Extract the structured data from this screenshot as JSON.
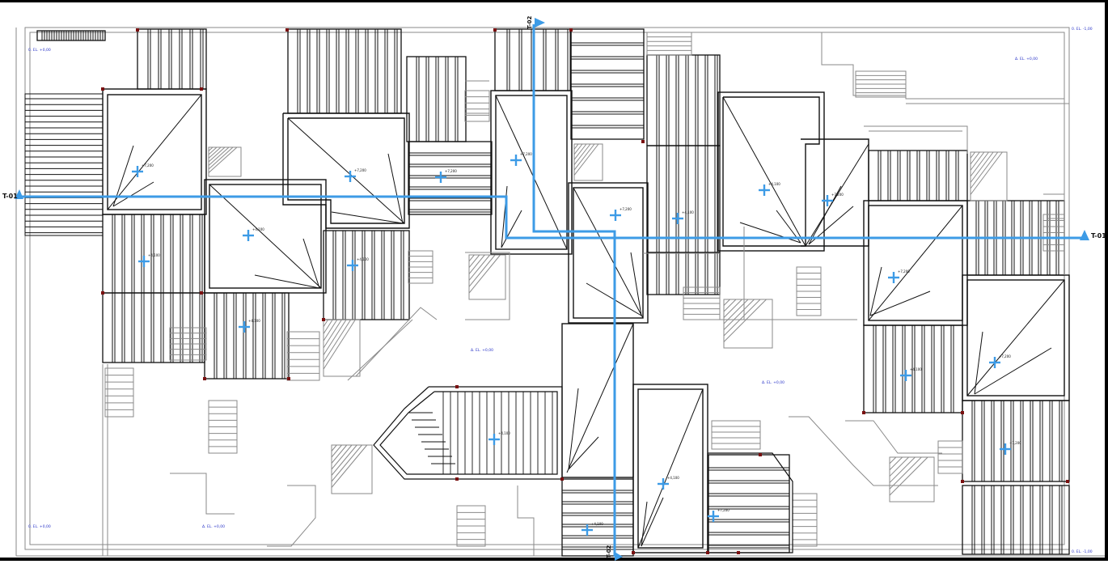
{
  "colors": {
    "linework": "#111111",
    "grey": "#8a8a8a",
    "section": "#3d9be6",
    "annotation": "#2a35c8",
    "frame": "#000000"
  },
  "section_markers": {
    "t01_left": "T-01",
    "t01_right": "T-01",
    "t02_top": "T-02",
    "t02_bottom": "T-02"
  },
  "slab_levels": [
    "+7,200",
    "+4,100",
    "+7,200",
    "+4,100",
    "+7,200",
    "+4,100",
    "+4,100",
    "+7,200",
    "+7,200",
    "+4,100",
    "+4,100",
    "+7,200",
    "+7,200",
    "+4,100",
    "+7,200",
    "+4,100",
    "+7,200",
    "+4,100",
    "+7,200",
    "+4,100"
  ],
  "terrain_labels": {
    "top_left": "0. EL. +0,00",
    "top_right": "Δ. EL. +0,00",
    "corner_right_top": "0. EL. -1,00",
    "center": "Δ. EL. +0,00",
    "center_right": "Δ. EL. +0,00",
    "bottom_left": "0. EL. +0,00",
    "bottom_left2": "Δ. EL. +0,00",
    "corner_right_bottom": "0. EL. -1,00"
  }
}
